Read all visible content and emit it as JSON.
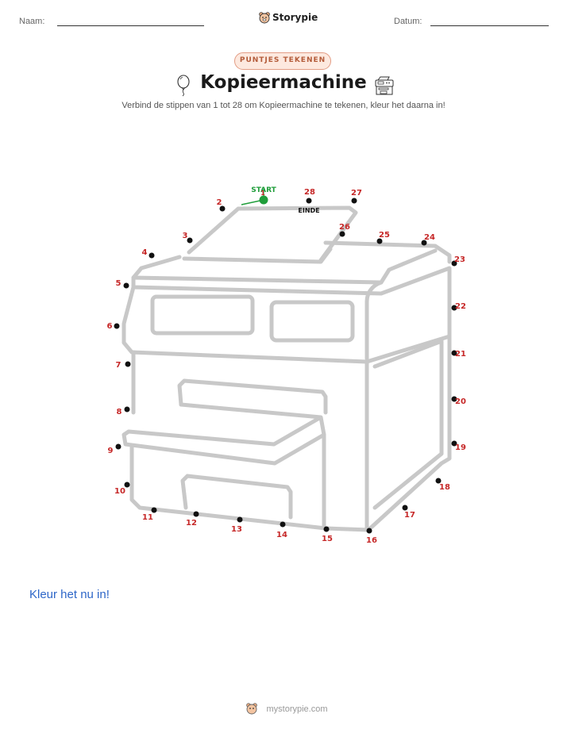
{
  "header": {
    "name_label": "Naam:",
    "date_label": "Datum:",
    "brand": "Storypie"
  },
  "badge": "PUNTJES TEKENEN",
  "title": "Kopieermachine",
  "subtitle": "Verbind de stippen van 1 tot 28 om Kopieermachine te tekenen, kleur het daarna in!",
  "icons": [
    "balloon-icon",
    "copier-icon",
    "storypie-mascot-icon"
  ],
  "colors": {
    "number": "#c62828",
    "start": "#1f9d3a",
    "dot": "#111111",
    "outline": "#c8c8c8",
    "cta": "#2d66c8"
  },
  "start_label": "START",
  "end_label": "EINDE",
  "dots": [
    {
      "n": "1"
    },
    {
      "n": "2"
    },
    {
      "n": "3"
    },
    {
      "n": "4"
    },
    {
      "n": "5"
    },
    {
      "n": "6"
    },
    {
      "n": "7"
    },
    {
      "n": "8"
    },
    {
      "n": "9"
    },
    {
      "n": "10"
    },
    {
      "n": "11"
    },
    {
      "n": "12"
    },
    {
      "n": "13"
    },
    {
      "n": "14"
    },
    {
      "n": "15"
    },
    {
      "n": "16"
    },
    {
      "n": "17"
    },
    {
      "n": "18"
    },
    {
      "n": "19"
    },
    {
      "n": "20"
    },
    {
      "n": "21"
    },
    {
      "n": "22"
    },
    {
      "n": "23"
    },
    {
      "n": "24"
    },
    {
      "n": "25"
    },
    {
      "n": "26"
    },
    {
      "n": "27"
    },
    {
      "n": "28"
    }
  ],
  "cta": "Kleur het nu in!",
  "footer": "mystorypie.com"
}
